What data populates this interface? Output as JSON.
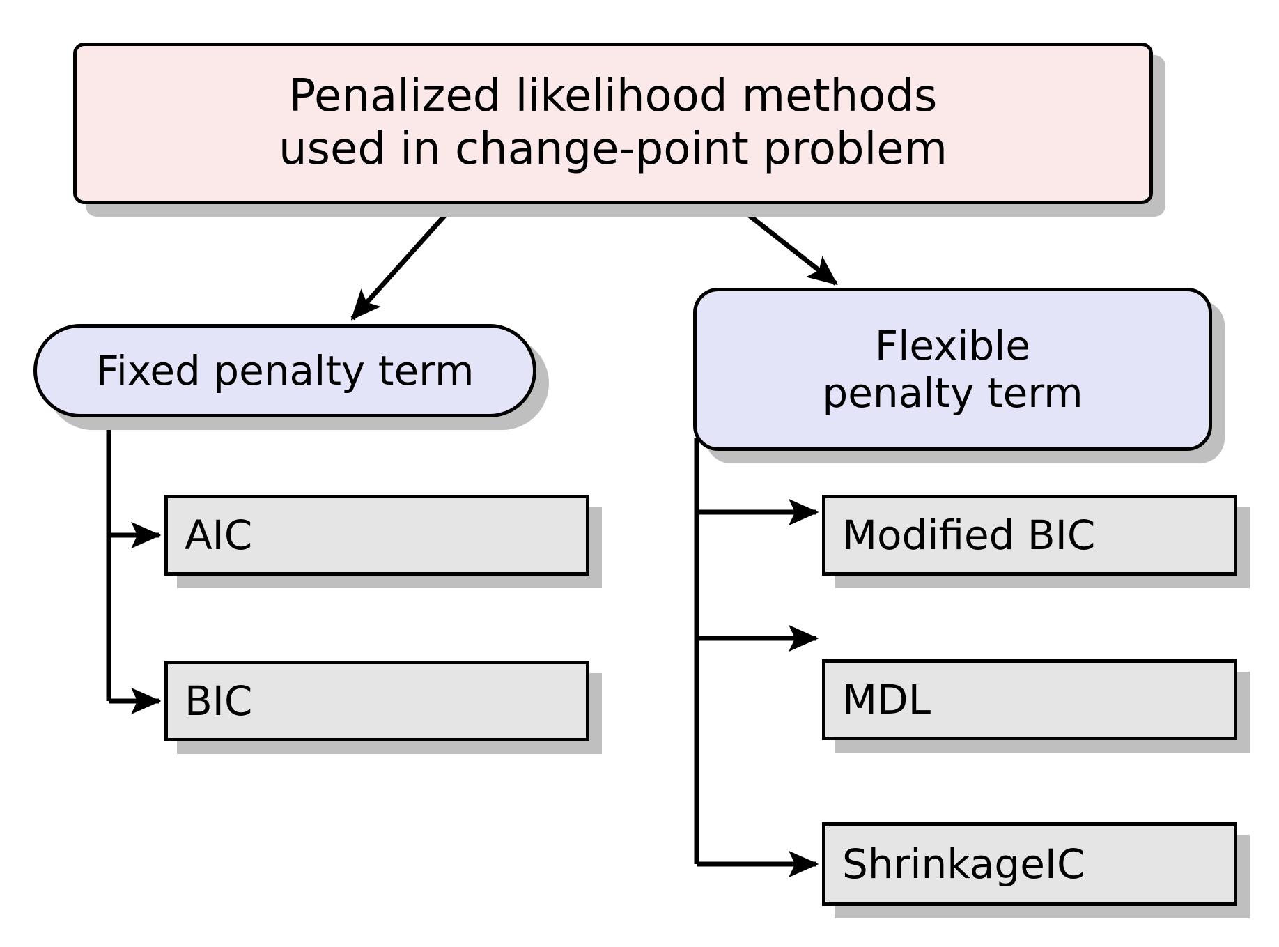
{
  "diagram": {
    "type": "flowchart",
    "title": "Penalized likelihood methods used in change-point problem",
    "colors": {
      "root_fill": "#fbe9e9",
      "category_fill": "#e4e4f9",
      "leaf_fill": "#e5e5e5",
      "border": "#000000",
      "shadow": "#bfbfbf",
      "background": "#ffffff"
    },
    "nodes": {
      "root": {
        "label": "Penalized likelihood methods\nused in change-point problem",
        "shape": "rounded-rectangle"
      },
      "fixed": {
        "label": "Fixed penalty term",
        "shape": "pill"
      },
      "flexible": {
        "label": "Flexible\npenalty term",
        "shape": "rounded-rectangle"
      },
      "aic": {
        "label": "AIC",
        "shape": "rectangle"
      },
      "bic": {
        "label": "BIC",
        "shape": "rectangle"
      },
      "modified_bic": {
        "label": "Modified BIC",
        "shape": "rectangle"
      },
      "mdl": {
        "label": "MDL",
        "shape": "rectangle"
      },
      "shrinkage_ic": {
        "label": "ShrinkageIC",
        "shape": "rectangle"
      }
    },
    "edges": [
      {
        "from": "root",
        "to": "fixed",
        "style": "diagonal-arrow"
      },
      {
        "from": "root",
        "to": "flexible",
        "style": "diagonal-arrow"
      },
      {
        "from": "fixed",
        "to": "aic",
        "style": "elbow-arrow"
      },
      {
        "from": "fixed",
        "to": "bic",
        "style": "elbow-arrow"
      },
      {
        "from": "flexible",
        "to": "modified_bic",
        "style": "elbow-arrow"
      },
      {
        "from": "flexible",
        "to": "mdl",
        "style": "elbow-arrow"
      },
      {
        "from": "flexible",
        "to": "shrinkage_ic",
        "style": "elbow-arrow"
      }
    ]
  }
}
